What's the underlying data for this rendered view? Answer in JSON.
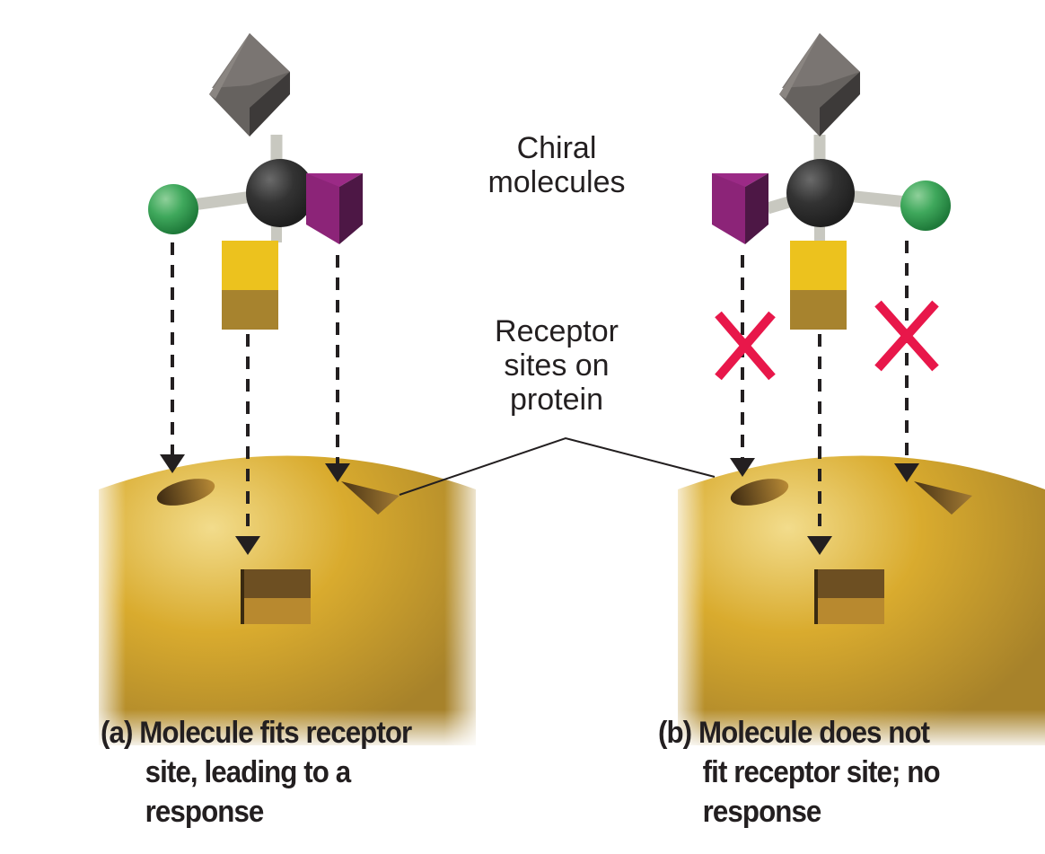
{
  "labels": {
    "chiral": [
      "Chiral",
      "molecules"
    ],
    "receptor": [
      "Receptor",
      "sites on",
      "protein"
    ]
  },
  "captions": {
    "a": [
      "(a) Molecule fits receptor",
      "site,  leading to a",
      "response"
    ],
    "b": [
      "(b) Molecule does not",
      "fit receptor site; no",
      "response"
    ]
  },
  "colors": {
    "protein": "#d4a52a",
    "protein_highlight": "#f2dc8c",
    "carbon": "#3a3a3a",
    "green_sphere": "#3fa85c",
    "purple_prism": "#8c2478",
    "yellow_cube": "#ecc21e",
    "gray_cube": "#6b6866",
    "cross": "#e8174a",
    "arrow": "#231f20"
  },
  "panels": [
    {
      "id": "a",
      "fits": true,
      "groups_left_to_right": [
        "green-sphere",
        "yellow-cube",
        "purple-prism"
      ]
    },
    {
      "id": "b",
      "fits": false,
      "groups_left_to_right": [
        "purple-prism",
        "yellow-cube",
        "green-sphere"
      ]
    }
  ]
}
